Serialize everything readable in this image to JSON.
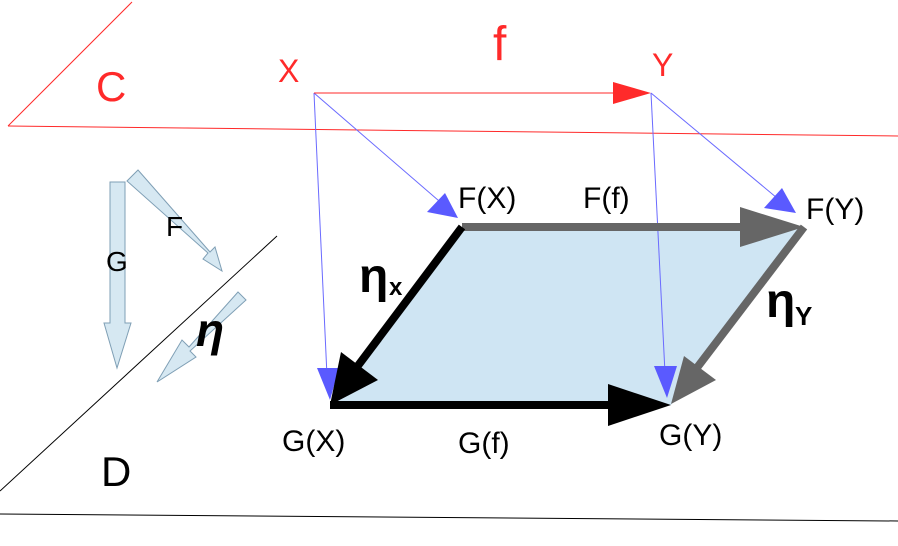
{
  "categories": {
    "source": {
      "name": "C",
      "color": "#ff2a2a"
    },
    "target": {
      "name": "D",
      "color": "#000000"
    }
  },
  "objects": {
    "x": "X",
    "y": "Y"
  },
  "morphism": {
    "name": "f",
    "color": "#ff2a2a"
  },
  "functors": {
    "f_name": "F",
    "g_name": "G",
    "arrow_fill": "#d6e8f2",
    "arrow_stroke": "#7f9fb5"
  },
  "nat_transformation": {
    "symbol": "η",
    "sub_x": "x",
    "sub_y": "Y"
  },
  "images": {
    "fx": "F(X)",
    "fy": "F(Y)",
    "ff": "F(f)",
    "gx": "G(X)",
    "gy": "G(Y)",
    "gf": "G(f)"
  },
  "colors": {
    "square_fill": "#cfe5f3",
    "mapping_line": "#6a6aff",
    "f_arrow": "#666666",
    "g_arrow": "#000000"
  }
}
